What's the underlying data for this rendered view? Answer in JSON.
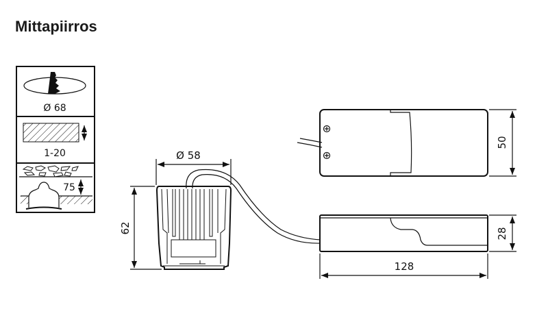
{
  "title": "Mittapiirros",
  "install_panel": {
    "cutout_label": "Ø 68",
    "ceiling_thickness_label": "1-20",
    "recess_depth_label": "75"
  },
  "dimensions": {
    "lamp_diameter": "Ø 58",
    "lamp_height": "62",
    "driver_width": "50",
    "driver_height": "28",
    "driver_length": "128"
  }
}
